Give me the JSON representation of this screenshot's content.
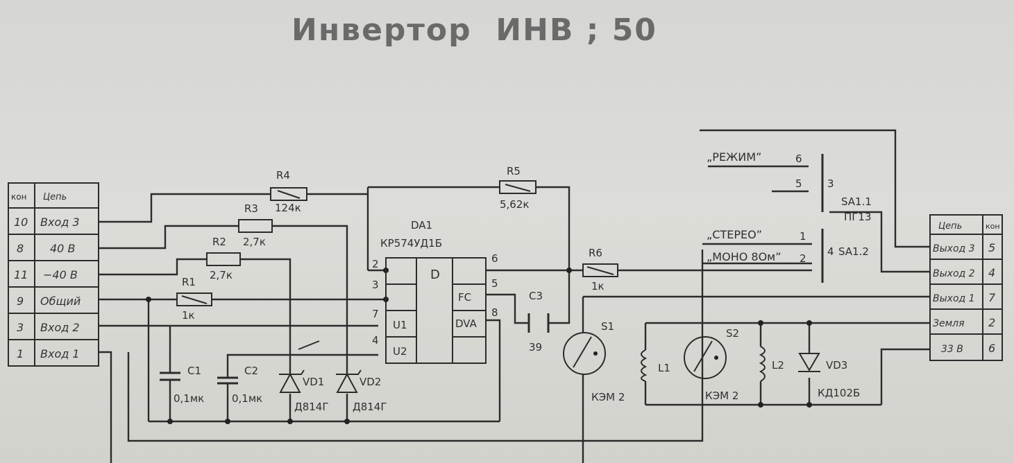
{
  "title": "Инвертор  ИНВ ; 50",
  "left_connector": {
    "headers": [
      "кон",
      "Цепь"
    ],
    "rows": [
      {
        "pin": "10",
        "signal": "Вход 3"
      },
      {
        "pin": "8",
        "signal": "40 В"
      },
      {
        "pin": "11",
        "signal": "−40 В"
      },
      {
        "pin": "9",
        "signal": "Общий"
      },
      {
        "pin": "3",
        "signal": "Вход 2"
      },
      {
        "pin": "1",
        "signal": "Вход 1"
      }
    ]
  },
  "right_connector": {
    "headers": [
      "Цепь",
      "кон"
    ],
    "rows": [
      {
        "signal": "Выход 3",
        "pin": "5"
      },
      {
        "signal": "Выход 2",
        "pin": "4"
      },
      {
        "signal": "Выход 1",
        "pin": "7"
      },
      {
        "signal": "Земля",
        "pin": "2"
      },
      {
        "signal": "33 В",
        "pin": "6"
      }
    ]
  },
  "components": {
    "R1": {
      "ref": "R1",
      "value": "1к"
    },
    "R2": {
      "ref": "R2",
      "value": "2,7к"
    },
    "R3": {
      "ref": "R3",
      "value": "2,7к"
    },
    "R4": {
      "ref": "R4",
      "value": "124к"
    },
    "R5": {
      "ref": "R5",
      "value": "5,62к"
    },
    "R6": {
      "ref": "R6",
      "value": "1к"
    },
    "C1": {
      "ref": "C1",
      "value": "0,1мк"
    },
    "C2": {
      "ref": "C2",
      "value": "0,1мк"
    },
    "C3": {
      "ref": "C3",
      "value": "39"
    },
    "VD1": {
      "ref": "VD1",
      "value": "Д814Г"
    },
    "VD2": {
      "ref": "VD2",
      "value": "Д814Г"
    },
    "VD3": {
      "ref": "VD3",
      "value": "КД102Б"
    },
    "DA1": {
      "ref": "DA1",
      "part": "КР574УД1Б",
      "core": "D",
      "fc": "FC",
      "dva": "DVA",
      "u1": "U1",
      "u2": "U2"
    },
    "S1": {
      "ref": "S1",
      "value": "КЭМ 2"
    },
    "S2": {
      "ref": "S2",
      "value": "КЭМ 2"
    },
    "L1": {
      "ref": "L1"
    },
    "L2": {
      "ref": "L2"
    }
  },
  "pins": {
    "p2": "2",
    "p3": "3",
    "p7": "7",
    "p4": "4",
    "p6": "6",
    "p5": "5",
    "p8": "8"
  },
  "switch": {
    "mode_label": "„РЕЖИМ”",
    "stereo_label": "„СТЕРЕО”",
    "mono_label": "„МОНО 8Ом”",
    "sa11": "SA1.1",
    "type": "ПГ13",
    "sa12": "SA1.2",
    "c6": "6",
    "c5": "5",
    "c3": "3",
    "c1": "1",
    "c2": "2",
    "c4": "4"
  }
}
